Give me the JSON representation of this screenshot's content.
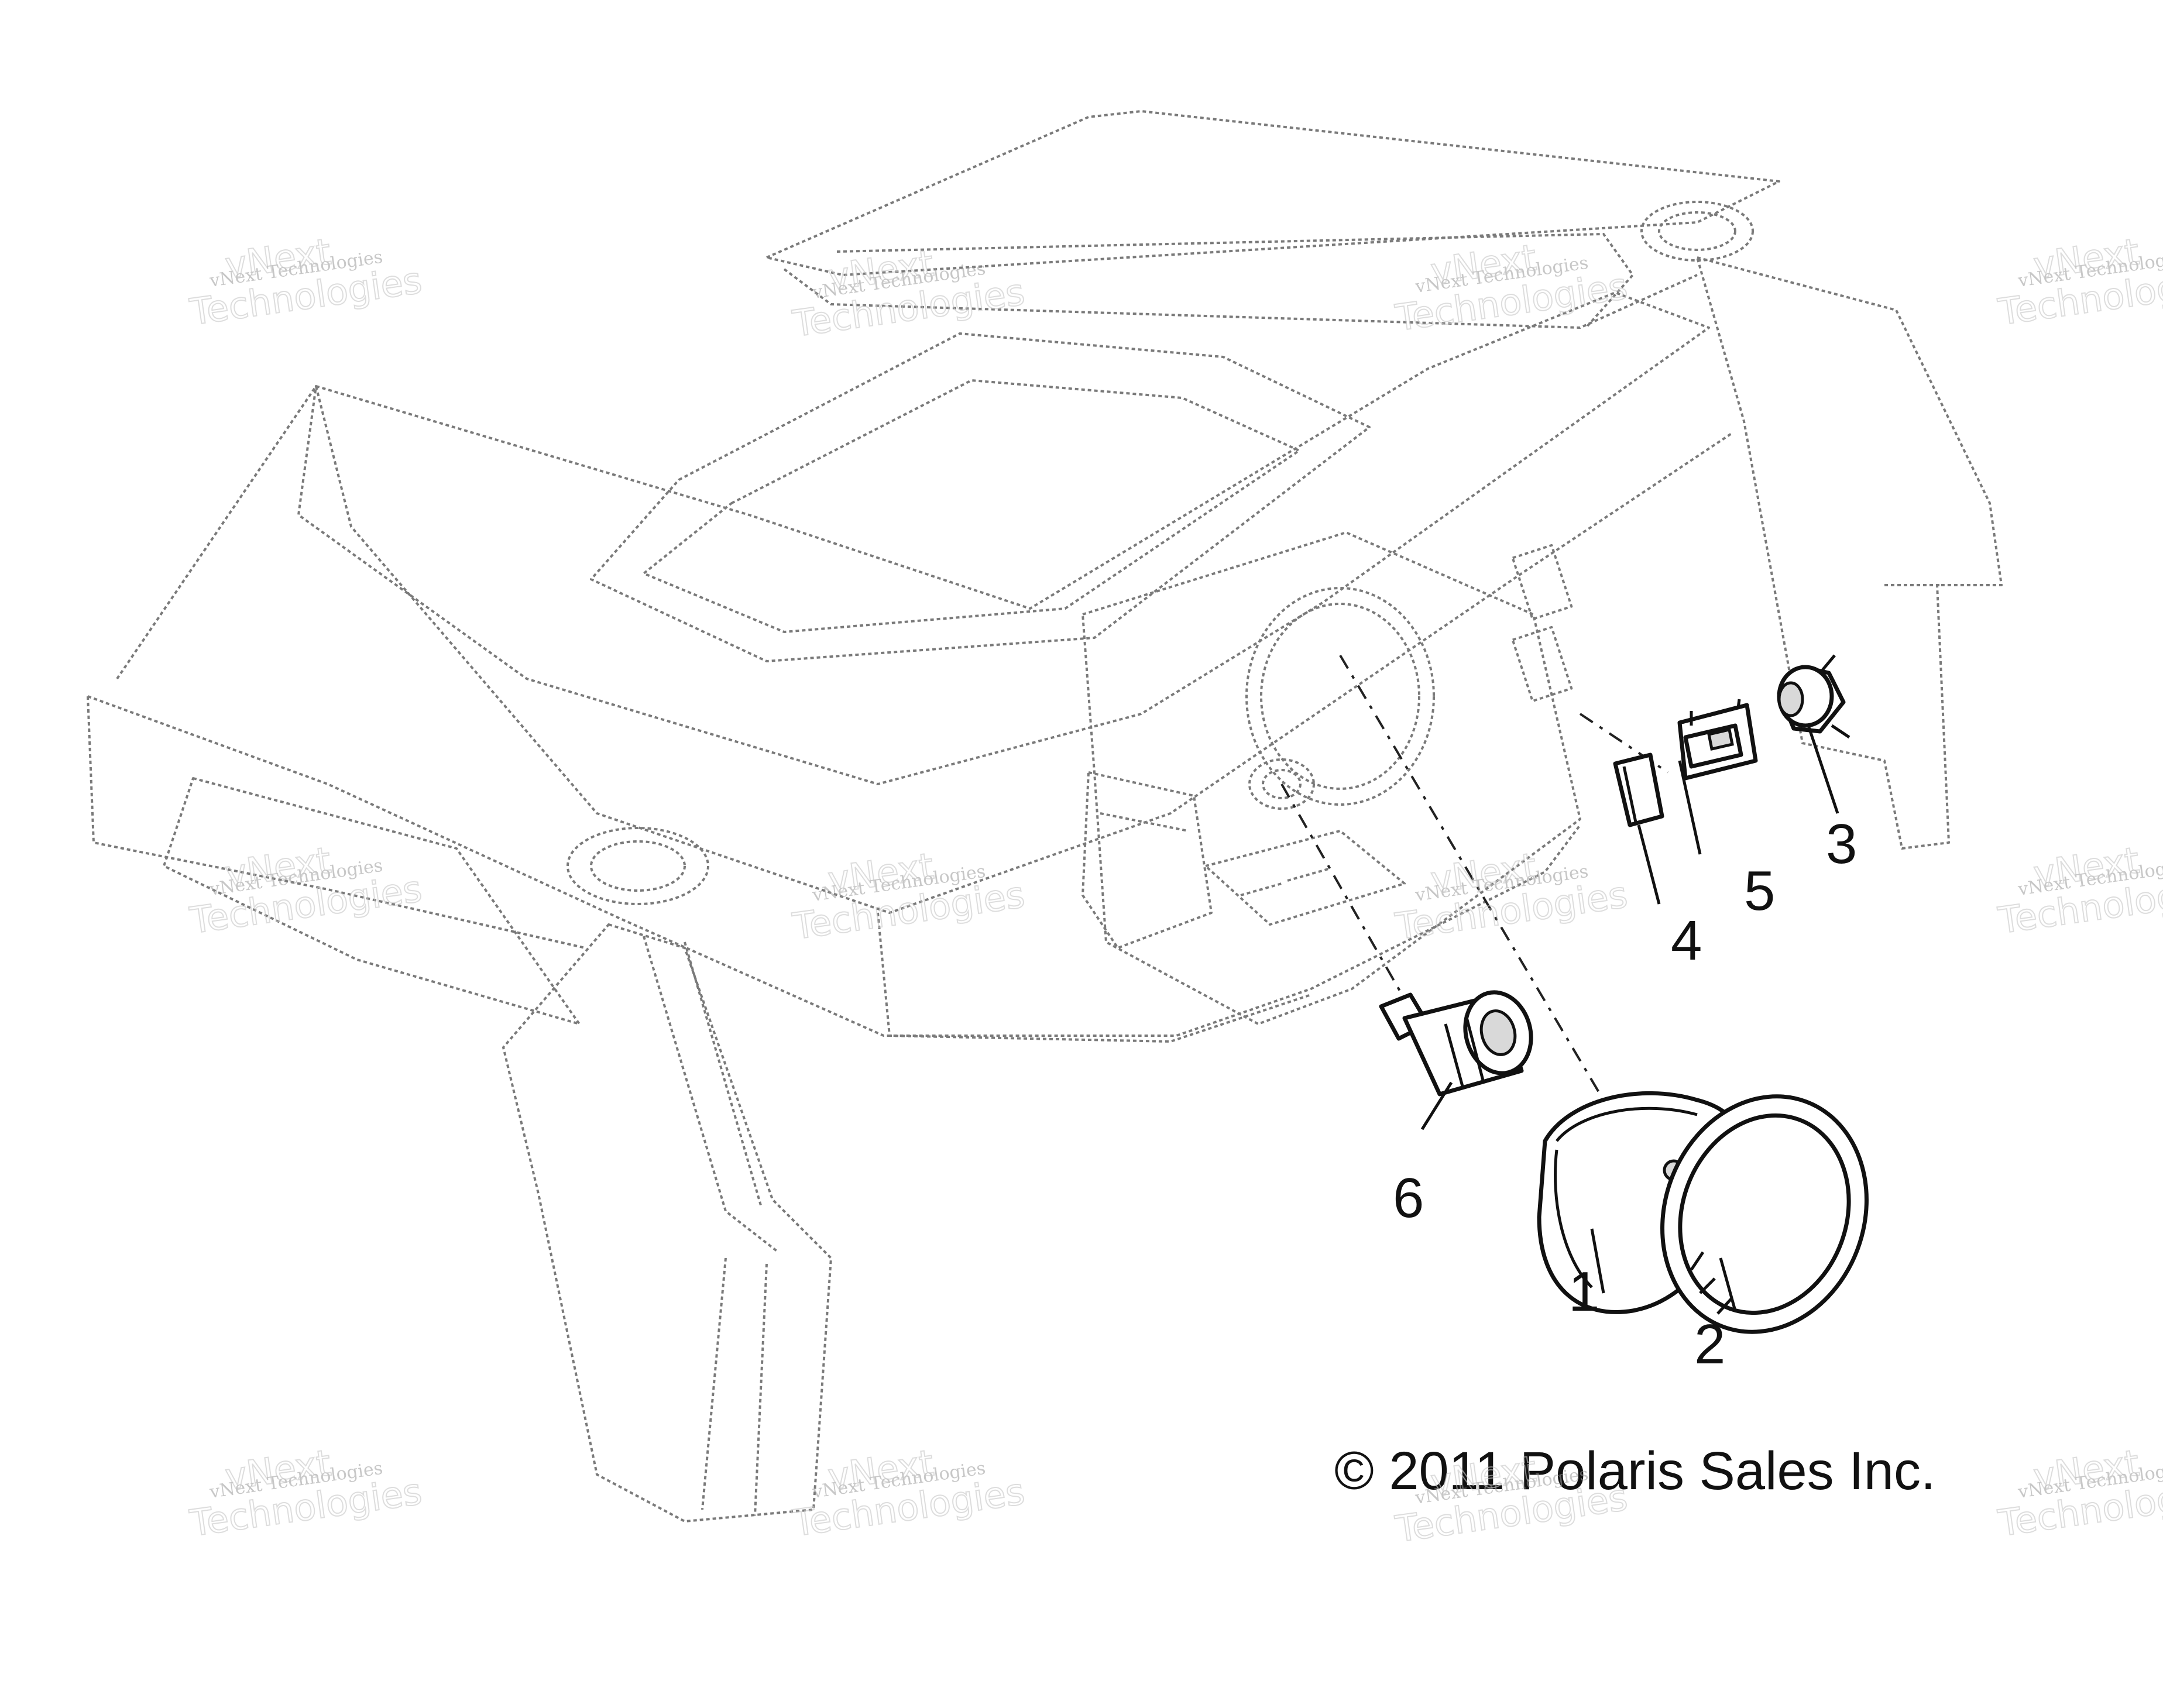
{
  "copyright": "© 2011 Polaris Sales Inc.",
  "callouts": [
    {
      "number": "1",
      "part": "gauge-cluster"
    },
    {
      "number": "2",
      "part": "gauge-bezel-ring"
    },
    {
      "number": "3",
      "part": "power-outlet"
    },
    {
      "number": "4",
      "part": "switch-blank-plug"
    },
    {
      "number": "5",
      "part": "rocker-switch"
    },
    {
      "number": "6",
      "part": "ignition-key-switch"
    }
  ],
  "watermark": {
    "line1": "vNext Technologies",
    "line2": "vNext",
    "line3": "Technologies"
  }
}
